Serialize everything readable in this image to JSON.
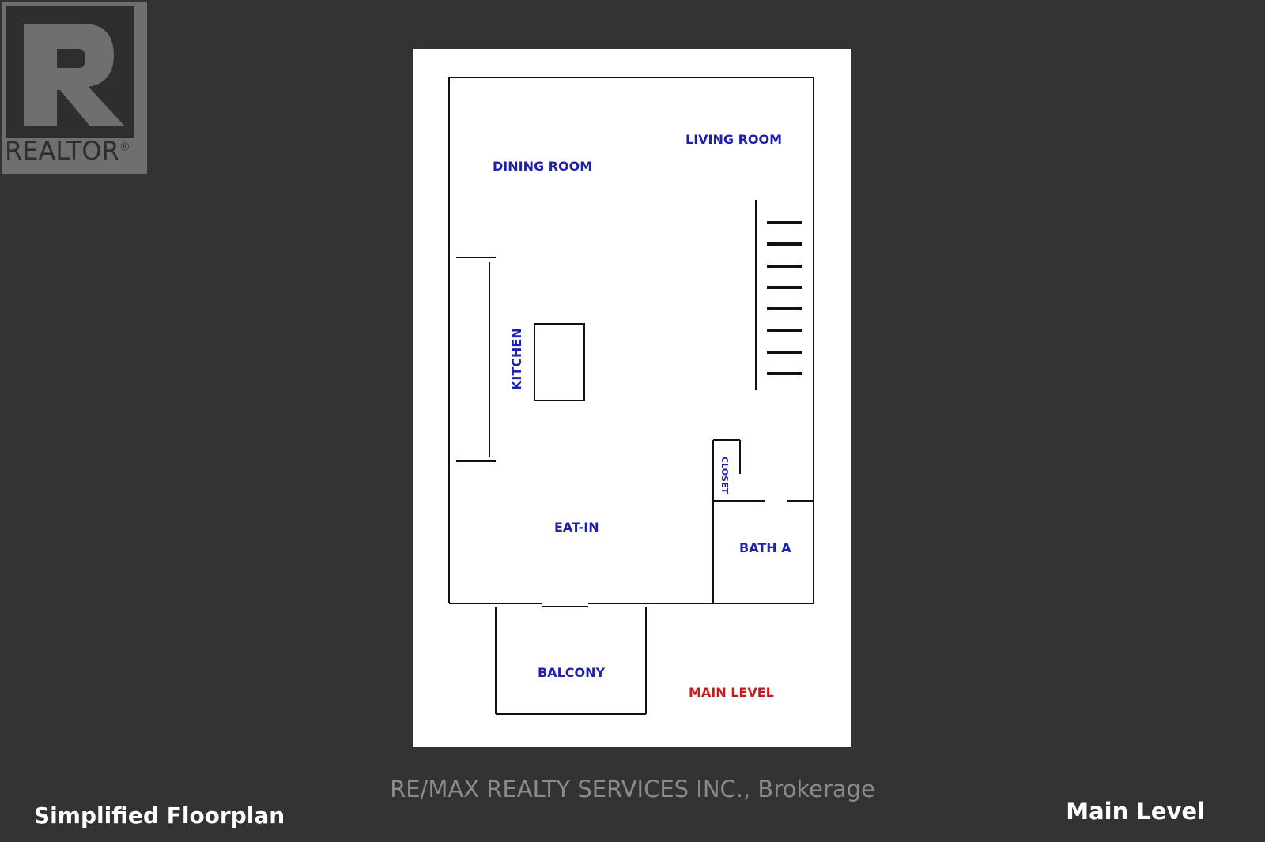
{
  "logo": {
    "wordmark": "REALTOR",
    "registered_mark": "®",
    "letter": "R"
  },
  "floorplan": {
    "rooms": {
      "living_room": "LIVING ROOM",
      "dining_room": "DINING ROOM",
      "kitchen": "KITCHEN",
      "closet": "CLOSET",
      "eat_in": "EAT-IN",
      "bath_a": "BATH A",
      "balcony": "BALCONY"
    },
    "level_label": "MAIN LEVEL"
  },
  "footer": {
    "brokerage": "RE/MAX REALTY SERVICES INC., Brokerage",
    "caption_left": "Simplified Floorplan",
    "caption_right": "Main Level"
  },
  "colors": {
    "background": "#333333",
    "sheet": "#ffffff",
    "room_label": "#1f1fb0",
    "level_label": "#cc1a1a",
    "brokerage_text": "#8a8a8a"
  }
}
